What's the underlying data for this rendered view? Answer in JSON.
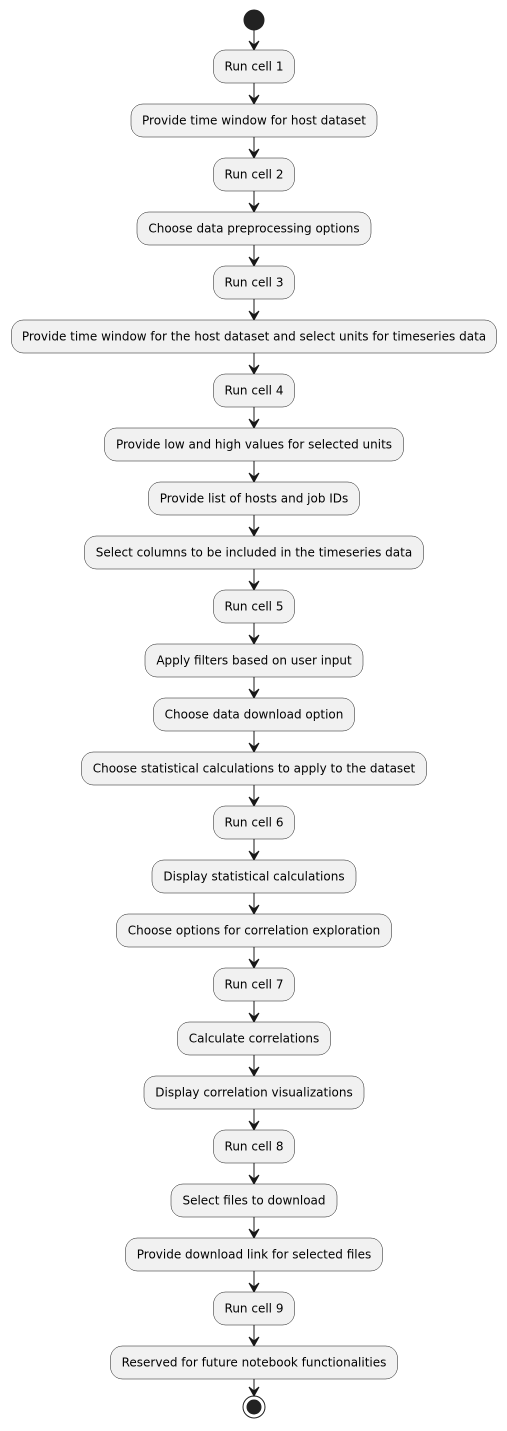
{
  "diagram": {
    "type": "activity",
    "steps": [
      "Run cell 1",
      "Provide time window for host dataset",
      "Run cell 2",
      "Choose data preprocessing options",
      "Run cell 3",
      "Provide time window for the host dataset and select units for timeseries data",
      "Run cell 4",
      "Provide low and high values for selected units",
      "Provide list of hosts and job IDs",
      "Select columns to be included in the timeseries data",
      "Run cell 5",
      "Apply filters based on user input",
      "Choose data download option",
      "Choose statistical calculations to apply to the dataset",
      "Run cell 6",
      "Display statistical calculations",
      "Choose options for correlation exploration",
      "Run cell 7",
      "Calculate correlations",
      "Display correlation visualizations",
      "Run cell 8",
      "Select files to download",
      "Provide download link for selected files",
      "Run cell 9",
      "Reserved for future notebook functionalities"
    ],
    "colors": {
      "node_fill": "#f1f1f1",
      "node_stroke": "#181818",
      "arrow": "#181818",
      "start_end": "#222222",
      "background": "#ffffff"
    }
  }
}
